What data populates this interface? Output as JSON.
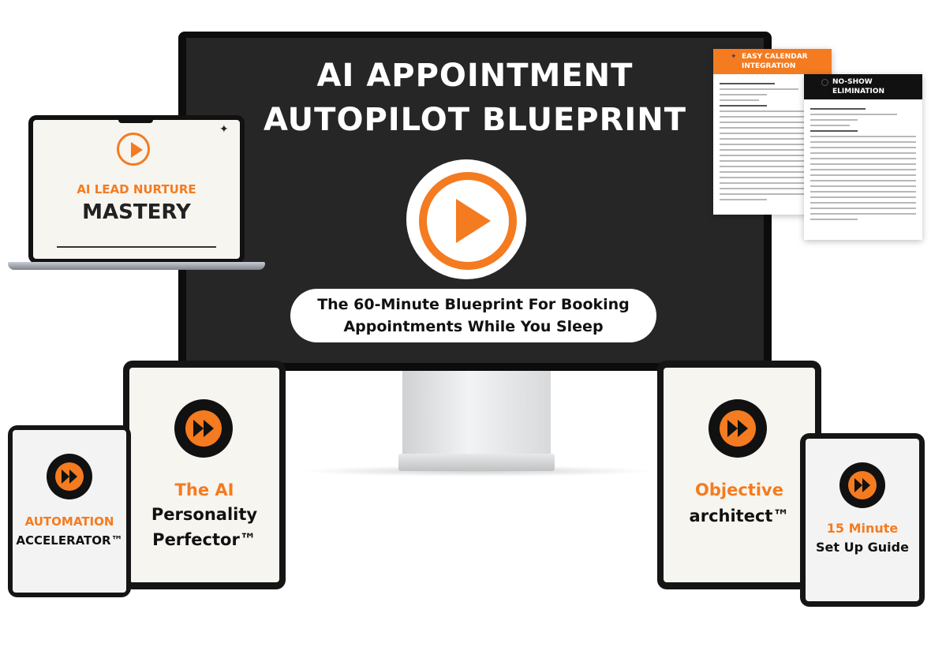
{
  "monitor": {
    "title_line1": "AI APPOINTMENT",
    "title_line2": "AUTOPILOT BLUEPRINT",
    "subtitle_line1": "The 60-Minute Blueprint For Booking",
    "subtitle_line2": "Appointments While You Sleep"
  },
  "laptop": {
    "sub": "AI LEAD NURTURE",
    "title": "MASTERY"
  },
  "docs": {
    "doc1_title_line1": "EASY CALENDAR",
    "doc1_title_line2": "INTEGRATION",
    "doc2_title_line1": "NO-SHOW",
    "doc2_title_line2": "ELIMINATION"
  },
  "tablets": {
    "automation_line1": "AUTOMATION",
    "automation_line2": "ACCELERATOR™",
    "personality_line1": "The AI",
    "personality_line2": "Personality",
    "personality_line3": "Perfector™",
    "objective_line1": "Objective",
    "objective_line2": "architect™",
    "setup_line1": "15 Minute",
    "setup_line2": "Set Up Guide"
  },
  "colors": {
    "accent": "#f47b20",
    "dark": "#262626",
    "doc2_header": "#111111"
  },
  "icons": [
    "play-icon",
    "fast-forward-icon",
    "sparkle-icon"
  ]
}
